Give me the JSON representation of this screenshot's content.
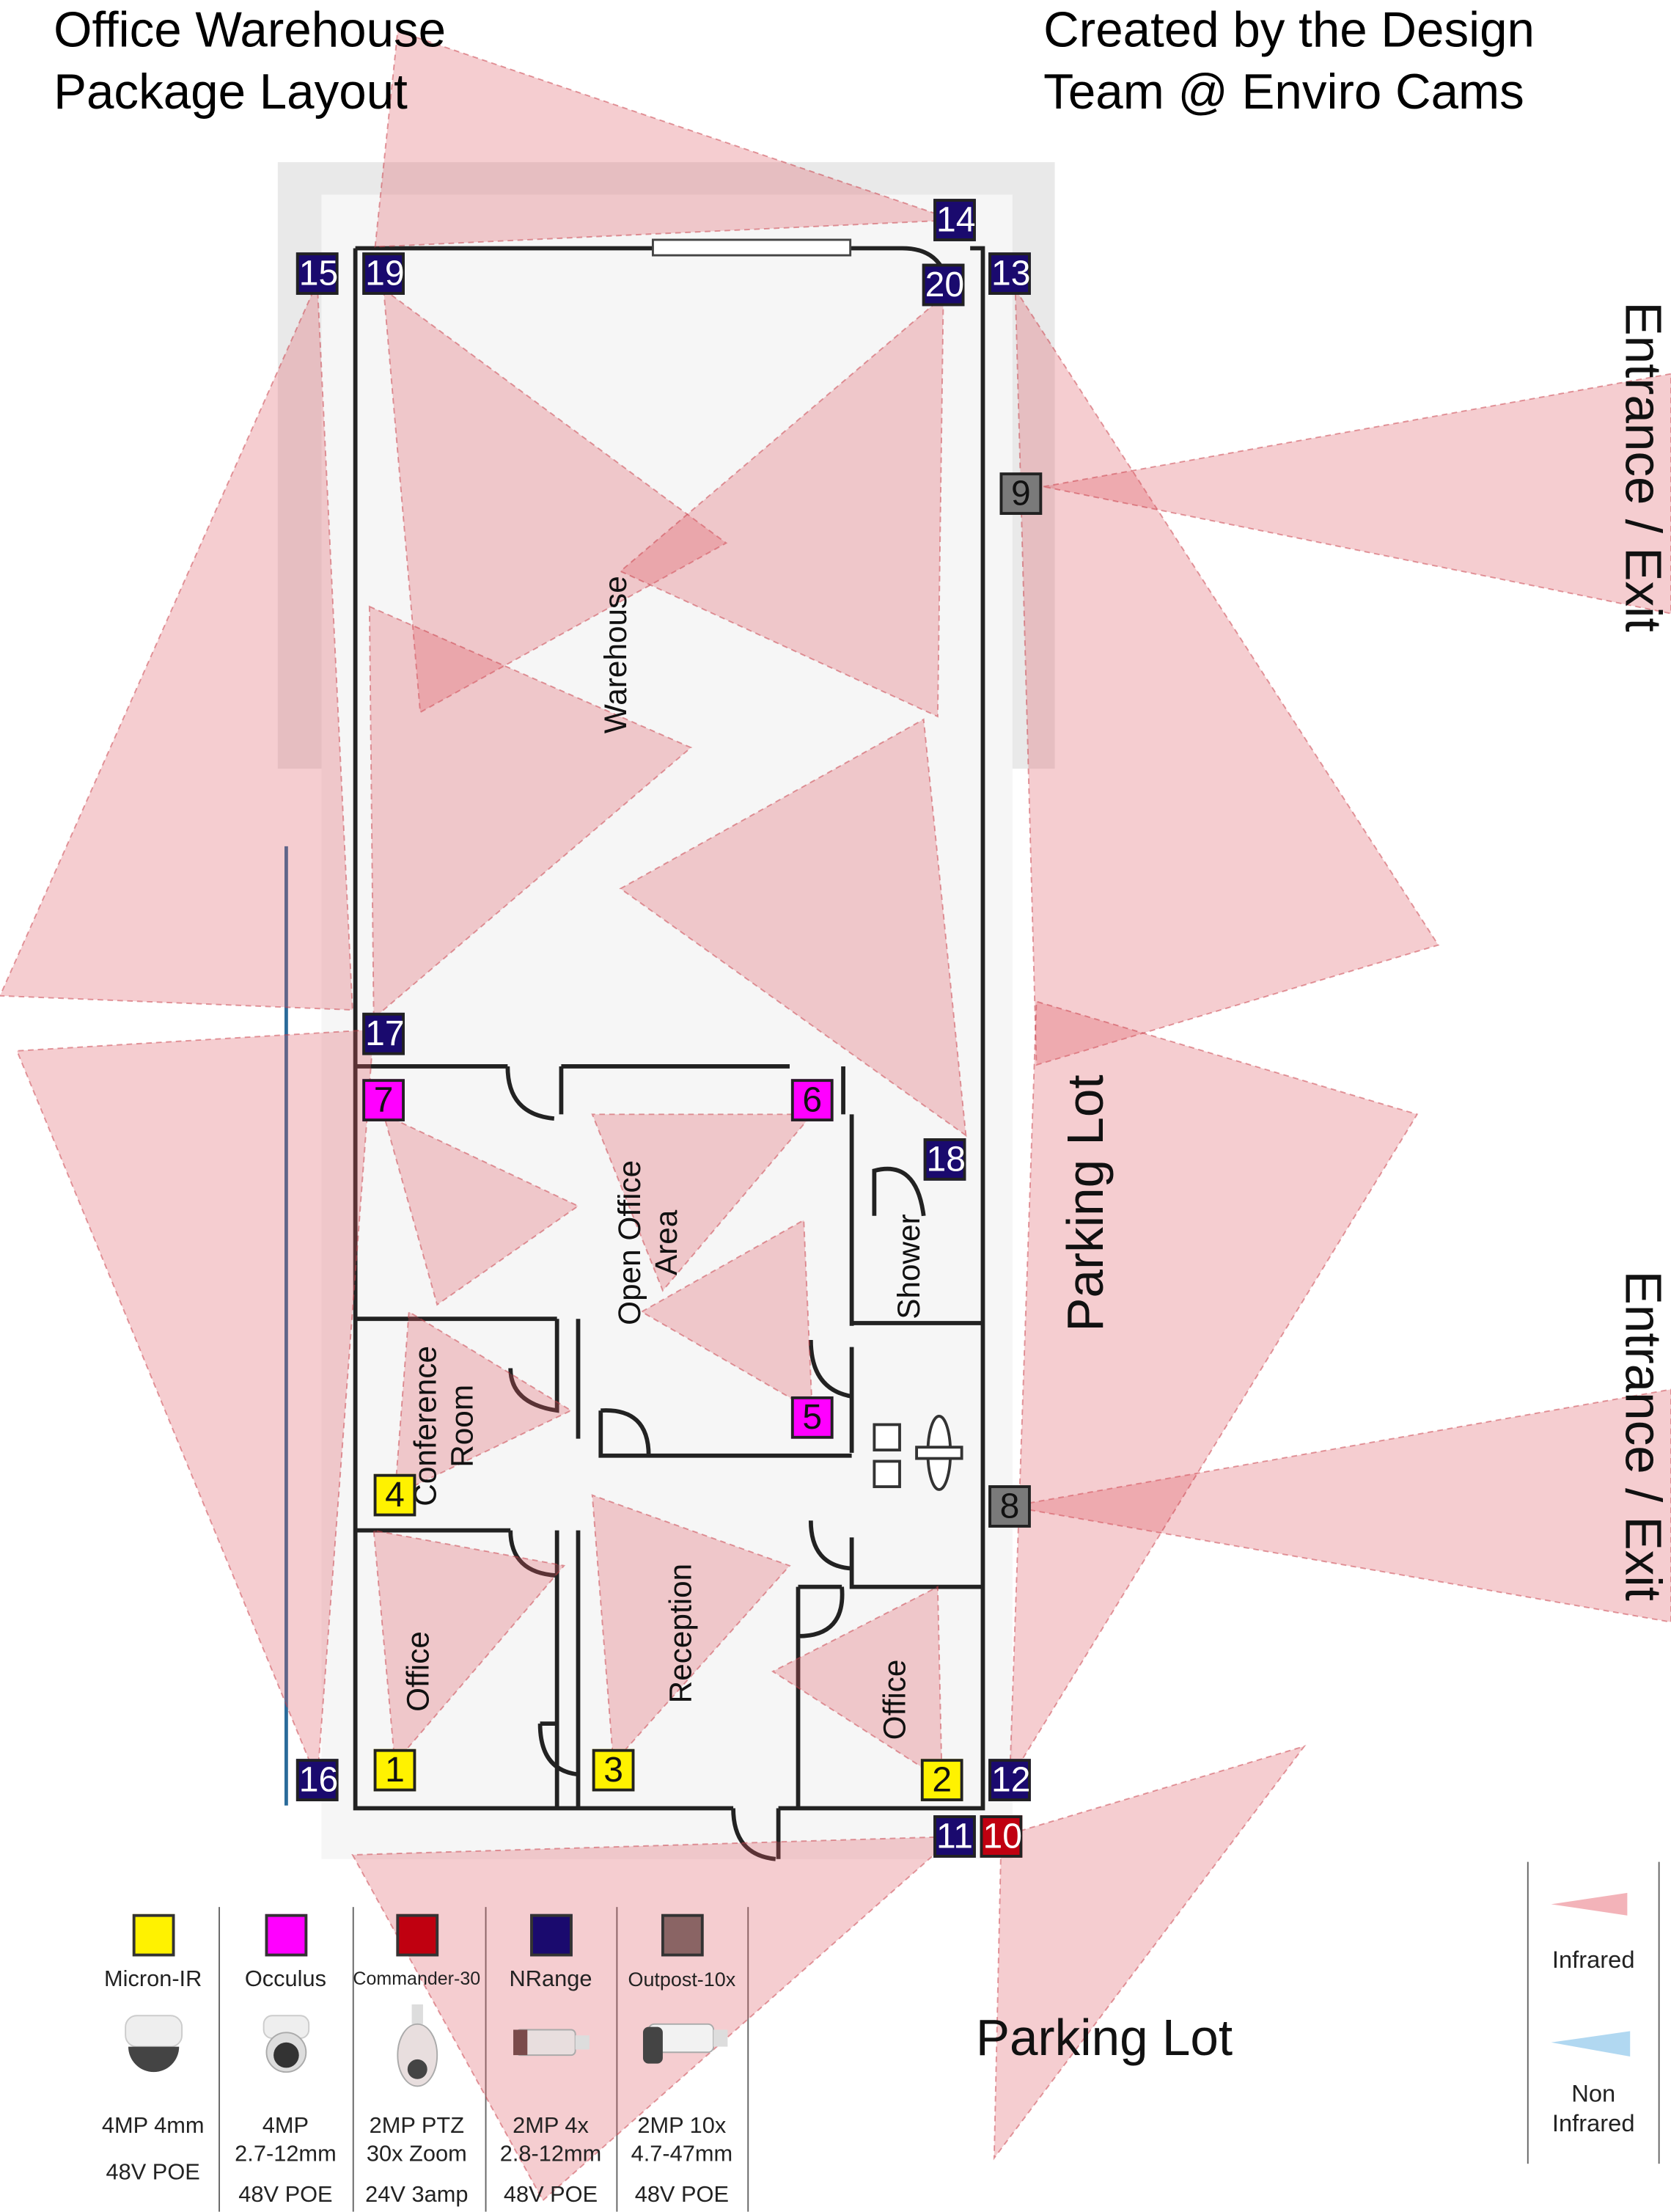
{
  "title": {
    "line1": "Office Warehouse",
    "line2": "Package Layout"
  },
  "credit": {
    "line1": "Created by the Design",
    "line2": "Team @ Enviro Cams"
  },
  "rooms": {
    "warehouse": "Warehouse",
    "open_office_line1": "Open Office",
    "open_office_line2": "Area",
    "shower": "Shower",
    "conference_line1": "Conference",
    "conference_line2": "Room",
    "office_left": "Office",
    "reception": "Reception",
    "office_right": "Office"
  },
  "outside": {
    "entrance_top": "Entrance / Exit",
    "entrance_bottom": "Entrance / Exit",
    "parking_side": "Parking Lot",
    "parking_bottom": "Parking Lot"
  },
  "cameras": [
    {
      "id": "1",
      "model": "Micron-IR"
    },
    {
      "id": "2",
      "model": "Micron-IR"
    },
    {
      "id": "3",
      "model": "Micron-IR"
    },
    {
      "id": "4",
      "model": "Micron-IR"
    },
    {
      "id": "5",
      "model": "Occulus"
    },
    {
      "id": "6",
      "model": "Occulus"
    },
    {
      "id": "7",
      "model": "Occulus"
    },
    {
      "id": "8",
      "model": "Outpost-10x"
    },
    {
      "id": "9",
      "model": "Outpost-10x"
    },
    {
      "id": "10",
      "model": "Commander-30"
    },
    {
      "id": "11",
      "model": "NRange"
    },
    {
      "id": "12",
      "model": "NRange"
    },
    {
      "id": "13",
      "model": "NRange"
    },
    {
      "id": "14",
      "model": "NRange"
    },
    {
      "id": "15",
      "model": "NRange"
    },
    {
      "id": "16",
      "model": "NRange"
    },
    {
      "id": "17",
      "model": "NRange"
    },
    {
      "id": "18",
      "model": "NRange"
    },
    {
      "id": "19",
      "model": "NRange"
    },
    {
      "id": "20",
      "model": "NRange"
    }
  ],
  "legend": {
    "models": [
      {
        "name": "Micron-IR",
        "color": "#fff200",
        "spec1": "4MP 4mm",
        "spec2": "",
        "power": "48V POE"
      },
      {
        "name": "Occulus",
        "color": "#ff00ff",
        "spec1": "4MP",
        "spec2": "2.7-12mm",
        "power": "48V POE"
      },
      {
        "name": "Commander-30",
        "color": "#c00010",
        "spec1": "2MP PTZ",
        "spec2": "30x Zoom",
        "power": "24V 3amp"
      },
      {
        "name": "NRange",
        "color": "#1a0a6e",
        "spec1": "2MP 4x",
        "spec2": "2.8-12mm",
        "power": "48V POE"
      },
      {
        "name": "Outpost-10x",
        "color": "#8a6464",
        "spec1": "2MP 10x",
        "spec2": "4.7-47mm",
        "power": "48V POE"
      }
    ],
    "coverage": {
      "infrared": "Infrared",
      "non_infrared_line1": "Non",
      "non_infrared_line2": "Infrared",
      "infrared_color": "#f0a0a8",
      "non_infrared_color": "#a8d4f0"
    }
  }
}
